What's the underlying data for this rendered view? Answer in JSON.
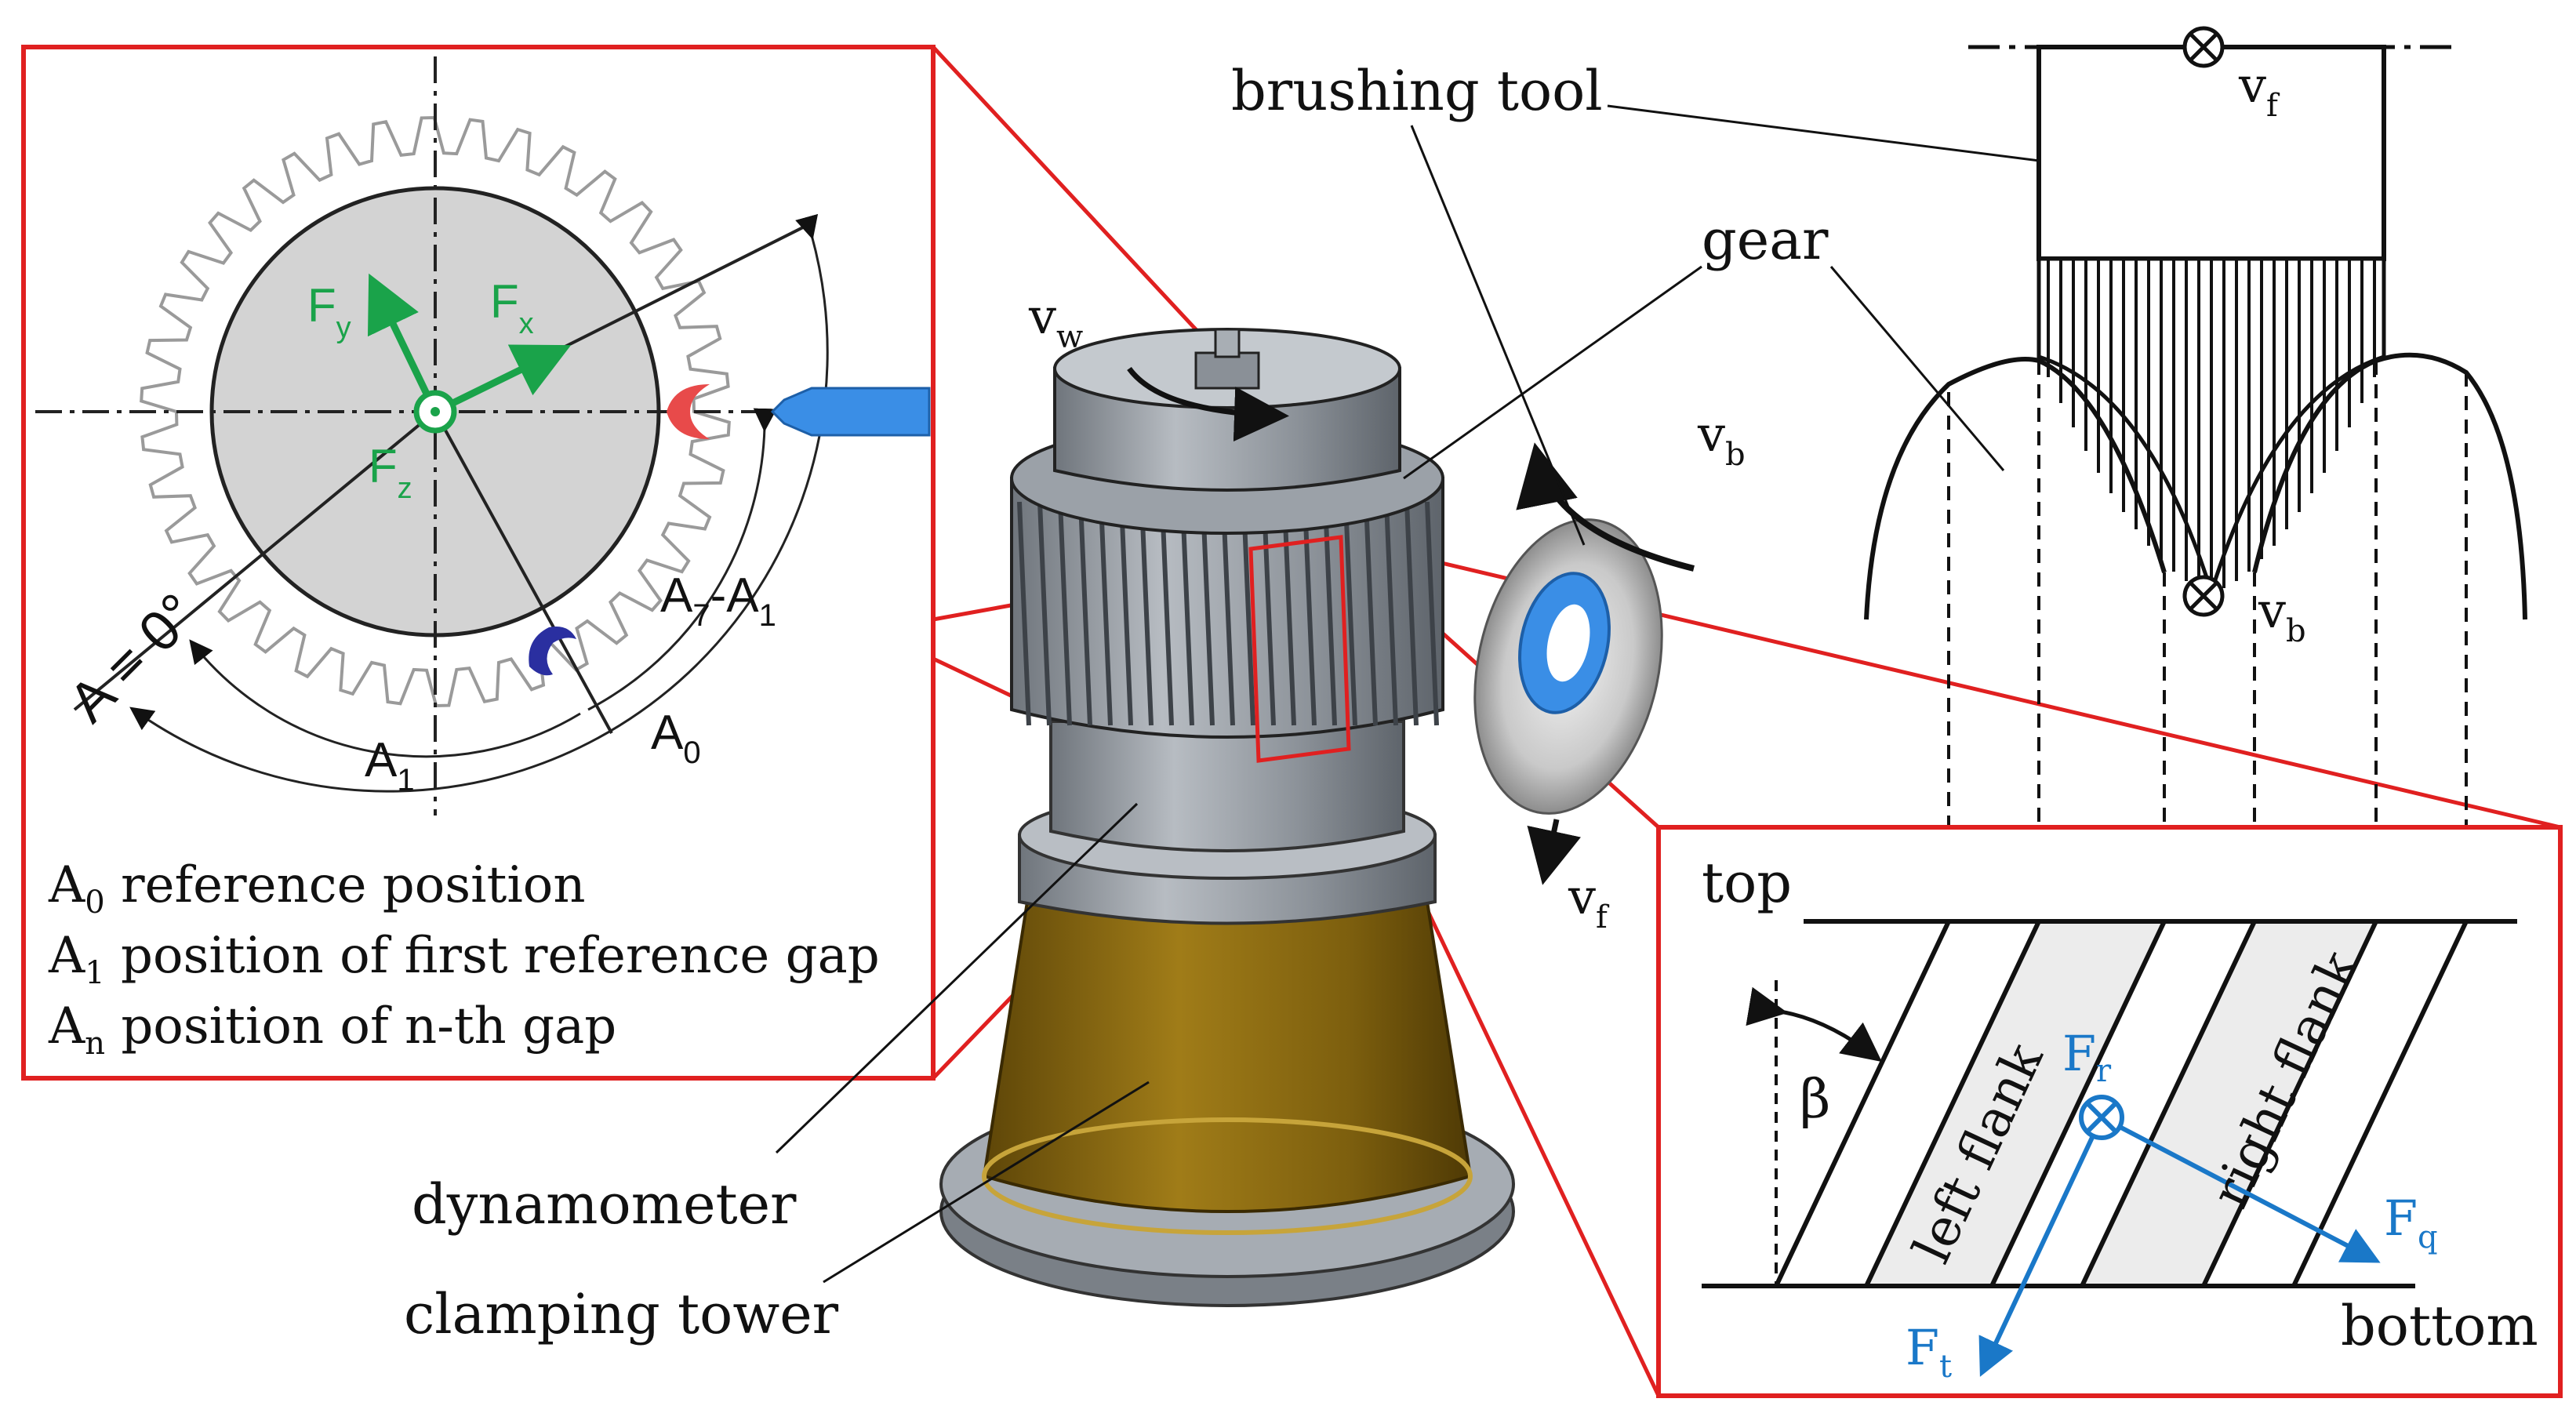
{
  "labels": {
    "brushing_tool": "brushing tool",
    "gear": "gear",
    "dynamometer": "dynamometer",
    "clamping_tower": "clamping tower",
    "top": "top",
    "bottom": "bottom",
    "left_flank": "left flank",
    "right_flank": "right flank",
    "beta": "β"
  },
  "velocities": {
    "vw": {
      "base": "v",
      "sub": "w"
    },
    "vb": {
      "base": "v",
      "sub": "b"
    },
    "vf": {
      "base": "v",
      "sub": "f"
    }
  },
  "forces_inset": {
    "Fx": {
      "base": "F",
      "sub": "x"
    },
    "Fy": {
      "base": "F",
      "sub": "y"
    },
    "Fz": {
      "base": "F",
      "sub": "z"
    }
  },
  "forces_flank": {
    "Fr": {
      "base": "F",
      "sub": "r"
    },
    "Ft": {
      "base": "F",
      "sub": "t"
    },
    "Fq": {
      "base": "F",
      "sub": "q"
    }
  },
  "angles": {
    "A_eq_0": "A = 0°",
    "A0": {
      "base": "A",
      "sub": "0"
    },
    "A1": {
      "base": "A",
      "sub": "1"
    },
    "A7_A1": {
      "base": "A",
      "sub": "7",
      "rest": "-A",
      "sub2": "1"
    }
  },
  "legend": [
    {
      "base": "A",
      "sub": "0",
      "text": " reference position"
    },
    {
      "base": "A",
      "sub": "1",
      "text": " position of first reference gap"
    },
    {
      "base": "A",
      "sub": "n",
      "text": " position of n-th gap"
    }
  ],
  "colors": {
    "frame_red": "#e02020",
    "force_green": "#1aa34a",
    "force_blue": "#1a78c8",
    "gear_fill": "#d3d3d3",
    "tower_gold": "#8a6a10",
    "steel": "#9aa0a8",
    "sensor_blue": "#3a8ee6"
  }
}
